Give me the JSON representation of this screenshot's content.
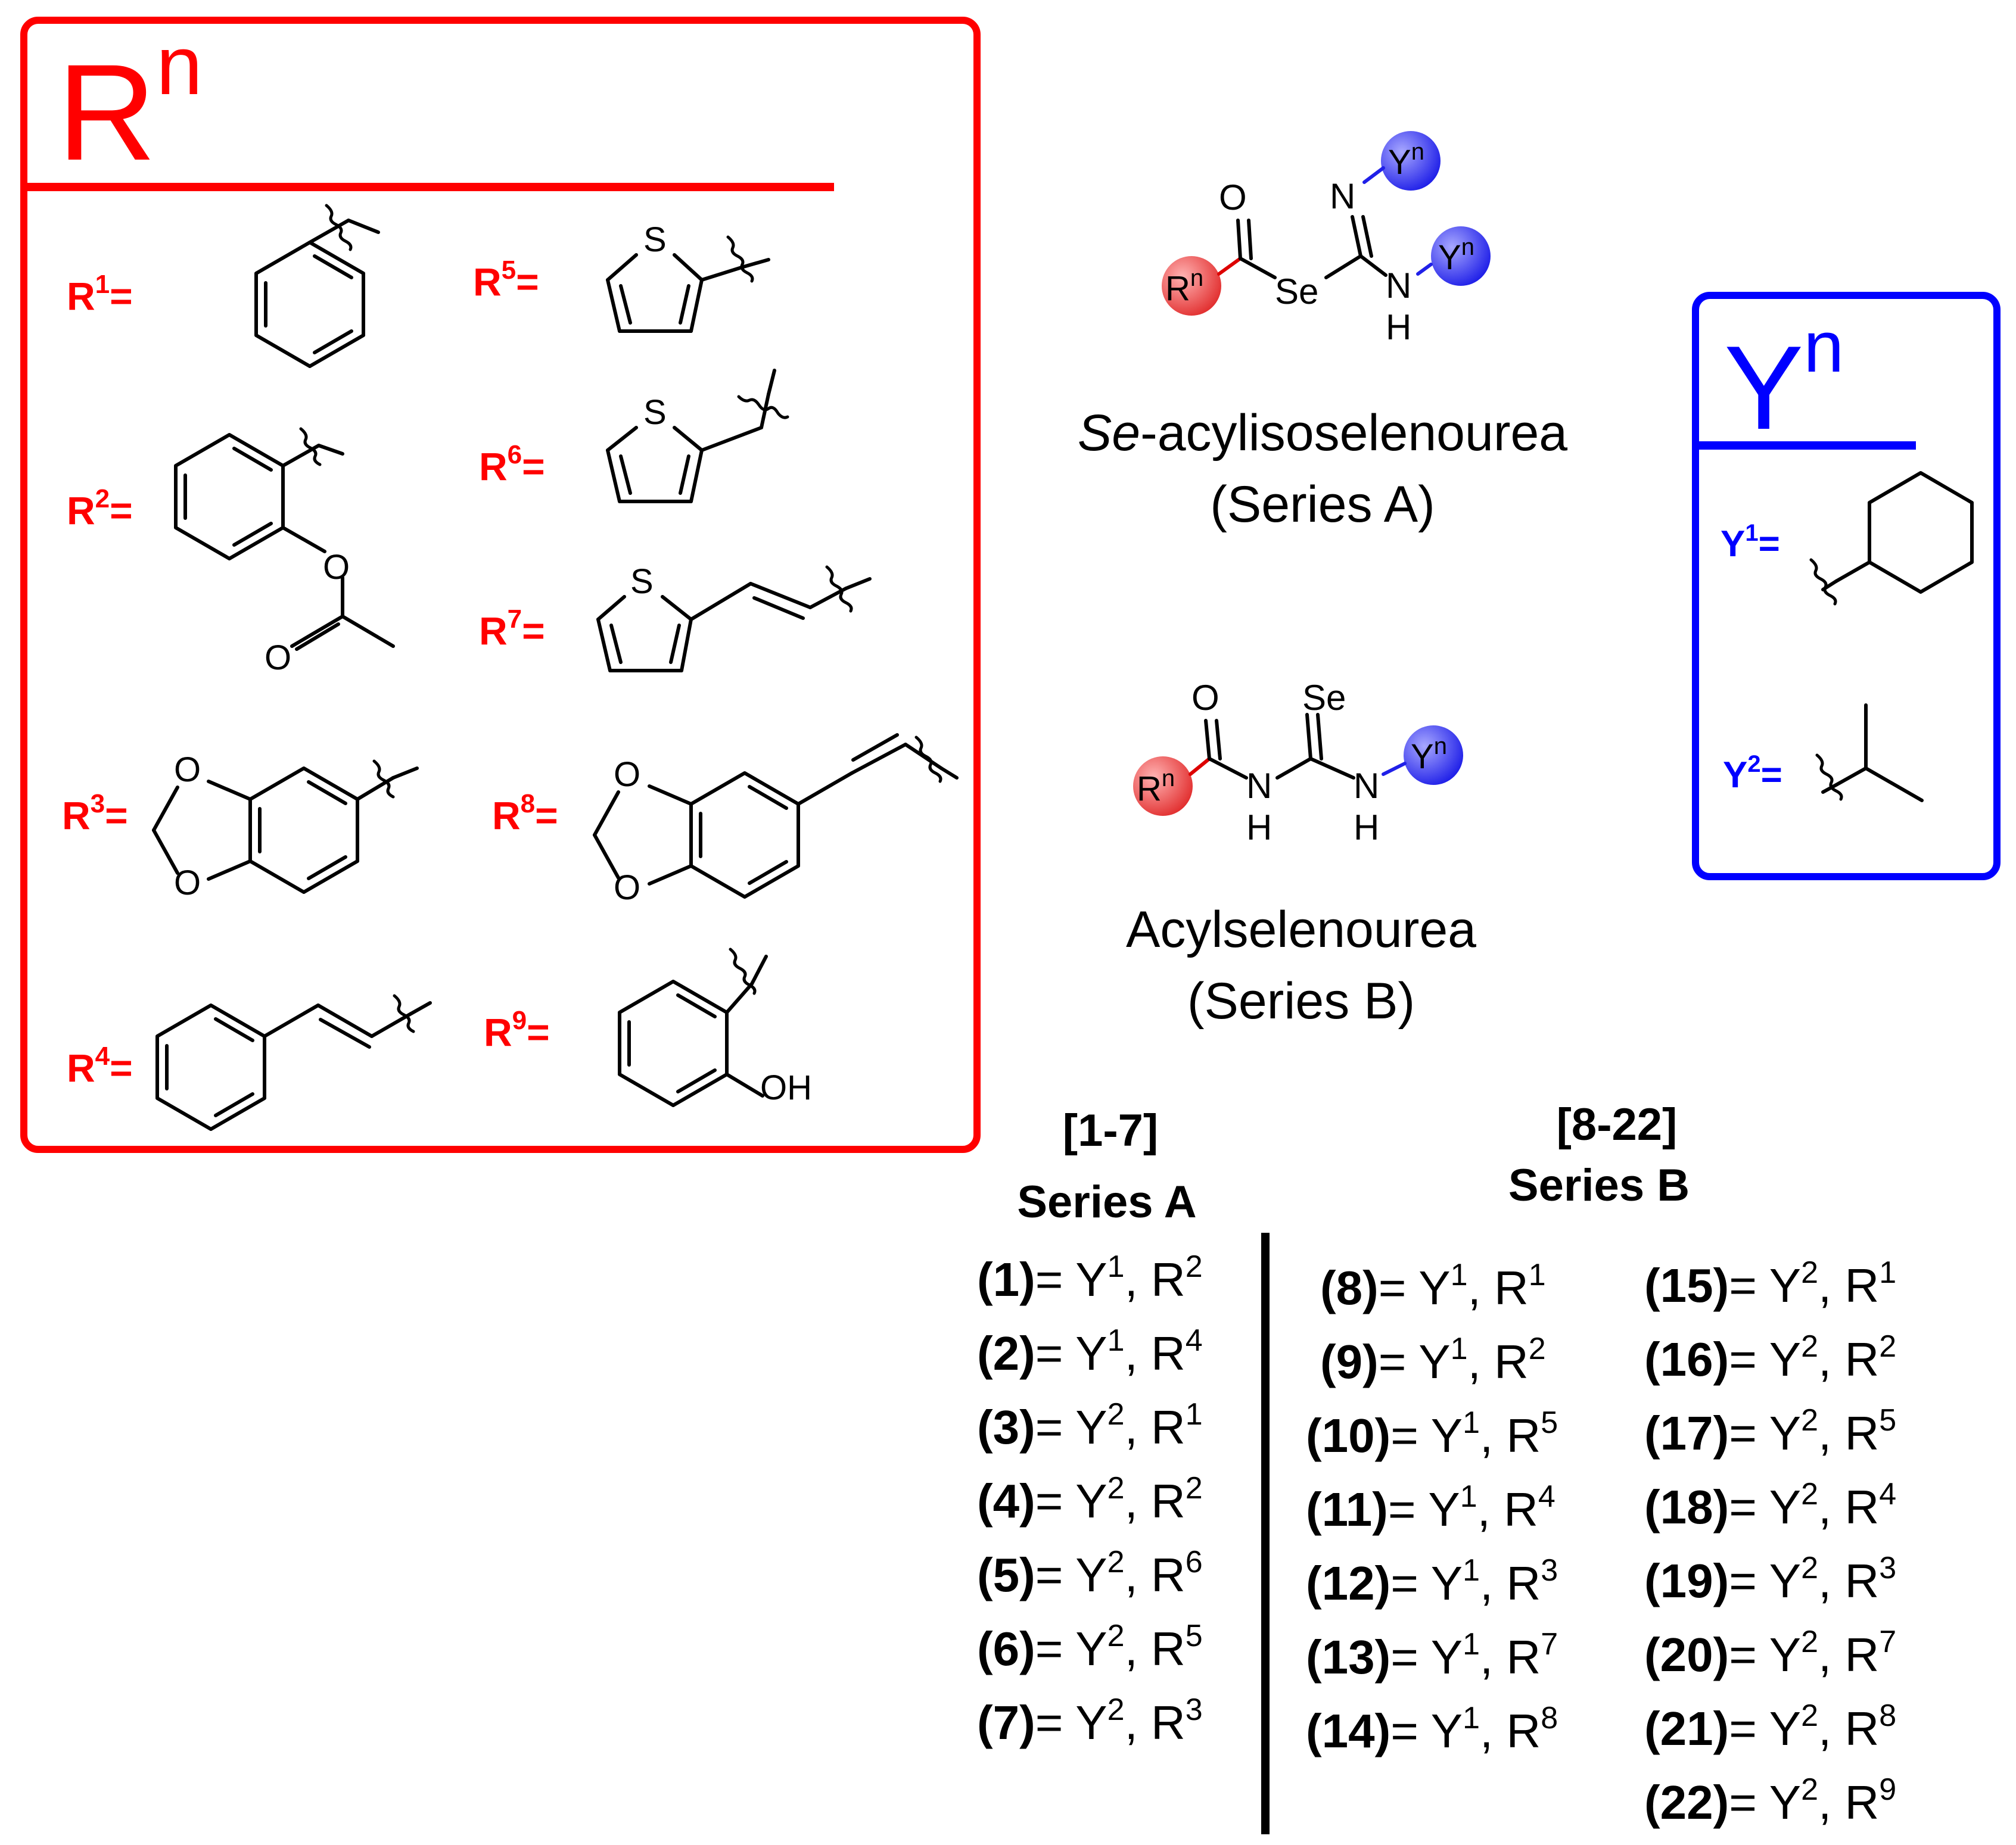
{
  "colors": {
    "r_group": "#ff0000",
    "y_group": "#0000ff",
    "ink": "#000000",
    "r_ball": "#e84a4a",
    "y_ball": "#3d3df2"
  },
  "r_box": {
    "title": {
      "base": "R",
      "sup": "n"
    },
    "substituents": [
      {
        "id": "R1",
        "base": "R",
        "sup": "1",
        "suffix": "="
      },
      {
        "id": "R2",
        "base": "R",
        "sup": "2",
        "suffix": "="
      },
      {
        "id": "R3",
        "base": "R",
        "sup": "3",
        "suffix": "="
      },
      {
        "id": "R4",
        "base": "R",
        "sup": "4",
        "suffix": "="
      },
      {
        "id": "R5",
        "base": "R",
        "sup": "5",
        "suffix": "="
      },
      {
        "id": "R6",
        "base": "R",
        "sup": "6",
        "suffix": "="
      },
      {
        "id": "R7",
        "base": "R",
        "sup": "7",
        "suffix": "="
      },
      {
        "id": "R8",
        "base": "R",
        "sup": "8",
        "suffix": "="
      },
      {
        "id": "R9",
        "base": "R",
        "sup": "9",
        "suffix": "="
      }
    ],
    "atom_labels": {
      "S": "S",
      "O": "O",
      "OH": "OH"
    }
  },
  "y_box": {
    "title": {
      "base": "Y",
      "sup": "n"
    },
    "substituents": [
      {
        "id": "Y1",
        "base": "Y",
        "sup": "1",
        "suffix": "="
      },
      {
        "id": "Y2",
        "base": "Y",
        "sup": "2",
        "suffix": "="
      }
    ]
  },
  "structures": {
    "series_a": {
      "atoms": {
        "O": "O",
        "N": "N",
        "Se": "Se",
        "NH_N": "N",
        "NH_H": "H",
        "Rn": "R",
        "Rn_sup": "n",
        "Yn": "Y",
        "Yn_sup": "n"
      },
      "name_italic": "Se",
      "name_rest": "-acylisoselenourea",
      "series": "(Series A)"
    },
    "series_b": {
      "atoms": {
        "O": "O",
        "Se": "Se",
        "N": "N",
        "H": "H",
        "Rn": "R",
        "Rn_sup": "n",
        "Yn": "Y",
        "Yn_sup": "n"
      },
      "name": "Acylselenourea",
      "series": "(Series B)"
    }
  },
  "compound_table": {
    "series_a": {
      "range": "[1-7]",
      "heading": "Series A",
      "rows": [
        {
          "num": "(1)",
          "eq": "= Y",
          "y_sup": "1",
          "mid": ", R",
          "r_sup": "2"
        },
        {
          "num": "(2)",
          "eq": "= Y",
          "y_sup": "1",
          "mid": ", R",
          "r_sup": "4"
        },
        {
          "num": "(3)",
          "eq": "= Y",
          "y_sup": "2",
          "mid": ", R",
          "r_sup": "1"
        },
        {
          "num": "(4)",
          "eq": "= Y",
          "y_sup": "2",
          "mid": ", R",
          "r_sup": "2"
        },
        {
          "num": "(5)",
          "eq": "= Y",
          "y_sup": "2",
          "mid": ", R",
          "r_sup": "6"
        },
        {
          "num": "(6)",
          "eq": "= Y",
          "y_sup": "2",
          "mid": ", R",
          "r_sup": "5"
        },
        {
          "num": "(7)",
          "eq": "= Y",
          "y_sup": "2",
          "mid": ", R",
          "r_sup": "3"
        }
      ]
    },
    "series_b": {
      "range": "[8-22]",
      "heading": "Series B",
      "rows_left": [
        {
          "num": "(8)",
          "eq": "= Y",
          "y_sup": "1",
          "mid": ", R",
          "r_sup": "1"
        },
        {
          "num": "(9)",
          "eq": "= Y",
          "y_sup": "1",
          "mid": ", R",
          "r_sup": "2"
        },
        {
          "num": "(10)",
          "eq": "= Y",
          "y_sup": "1",
          "mid": ", R",
          "r_sup": "5"
        },
        {
          "num": "(11)",
          "eq": "= Y",
          "y_sup": "1",
          "mid": ", R",
          "r_sup": "4"
        },
        {
          "num": "(12)",
          "eq": "= Y",
          "y_sup": "1",
          "mid": ", R",
          "r_sup": "3"
        },
        {
          "num": "(13)",
          "eq": "= Y",
          "y_sup": "1",
          "mid": ", R",
          "r_sup": "7"
        },
        {
          "num": "(14)",
          "eq": "= Y",
          "y_sup": "1",
          "mid": ", R",
          "r_sup": "8"
        }
      ],
      "rows_right": [
        {
          "num": "(15)",
          "eq": "= Y",
          "y_sup": "2",
          "mid": ", R",
          "r_sup": "1"
        },
        {
          "num": "(16)",
          "eq": "= Y",
          "y_sup": "2",
          "mid": ", R",
          "r_sup": "2"
        },
        {
          "num": "(17)",
          "eq": "= Y",
          "y_sup": "2",
          "mid": ", R",
          "r_sup": "5"
        },
        {
          "num": "(18)",
          "eq": "= Y",
          "y_sup": "2",
          "mid": ", R",
          "r_sup": "4"
        },
        {
          "num": "(19)",
          "eq": "= Y",
          "y_sup": "2",
          "mid": ", R",
          "r_sup": "3"
        },
        {
          "num": "(20)",
          "eq": "= Y",
          "y_sup": "2",
          "mid": ", R",
          "r_sup": "7"
        },
        {
          "num": "(21)",
          "eq": "= Y",
          "y_sup": "2",
          "mid": ", R",
          "r_sup": "8"
        },
        {
          "num": "(22)",
          "eq": "= Y",
          "y_sup": "2",
          "mid": ", R",
          "r_sup": "9"
        }
      ]
    }
  }
}
